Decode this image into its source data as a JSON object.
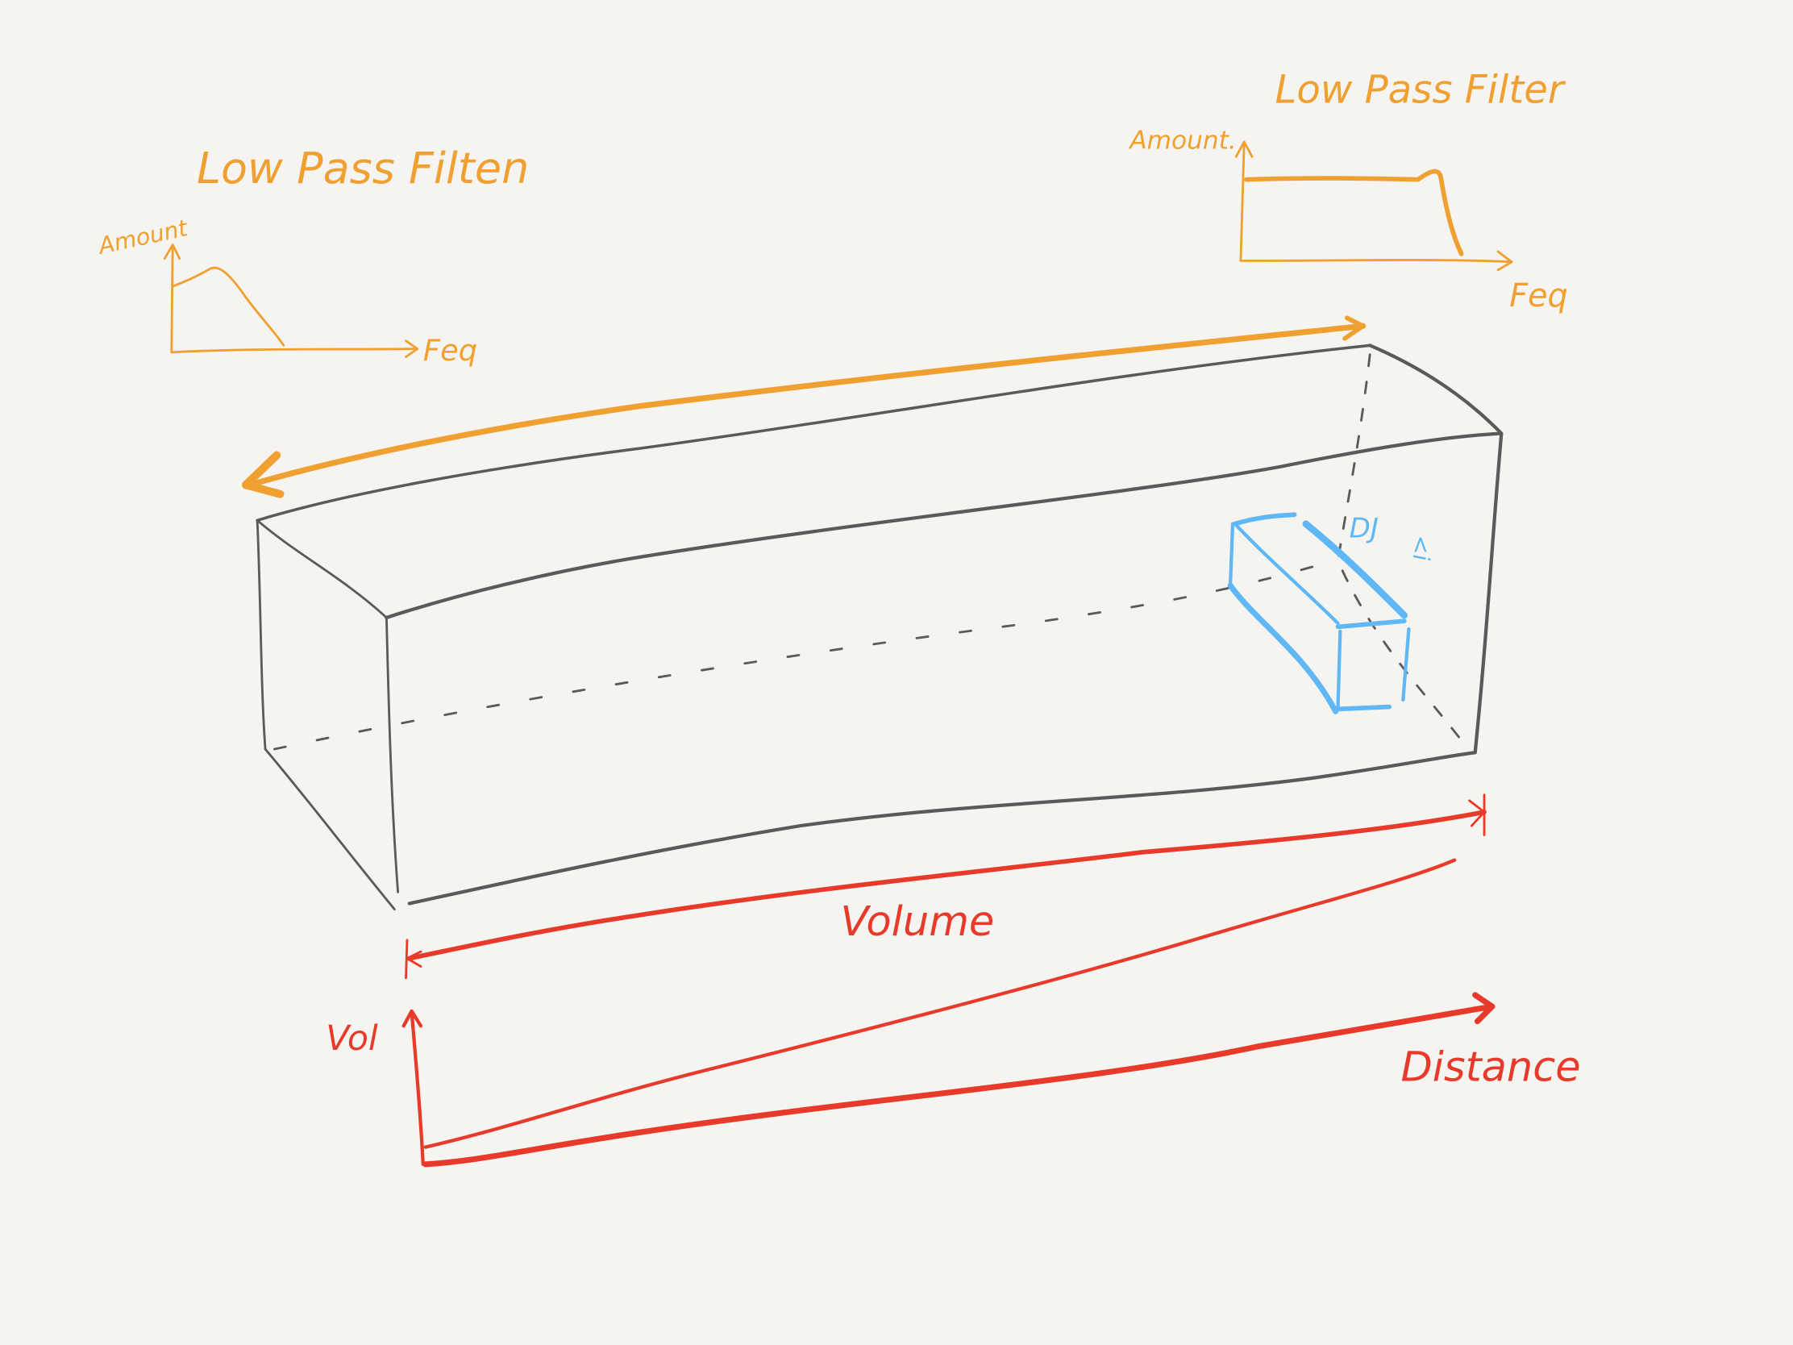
{
  "colors": {
    "background": "#f5f4f0",
    "box": "#5a5a5a",
    "filter": "#f0a030",
    "volume": "#e83a2a",
    "dj": "#5fb8f5"
  },
  "left_filter": {
    "title": "Low Pass Filten",
    "y_label": "Amount",
    "x_label": "Feq"
  },
  "right_filter": {
    "title": "Low Pass Filter",
    "y_label": "Amount.",
    "x_label": "Feq"
  },
  "dj": {
    "label": "DJ",
    "symbol": "<i"
  },
  "volume": {
    "label": "Volume"
  },
  "distance_graph": {
    "y_label": "Vol",
    "x_label": "Distance"
  }
}
